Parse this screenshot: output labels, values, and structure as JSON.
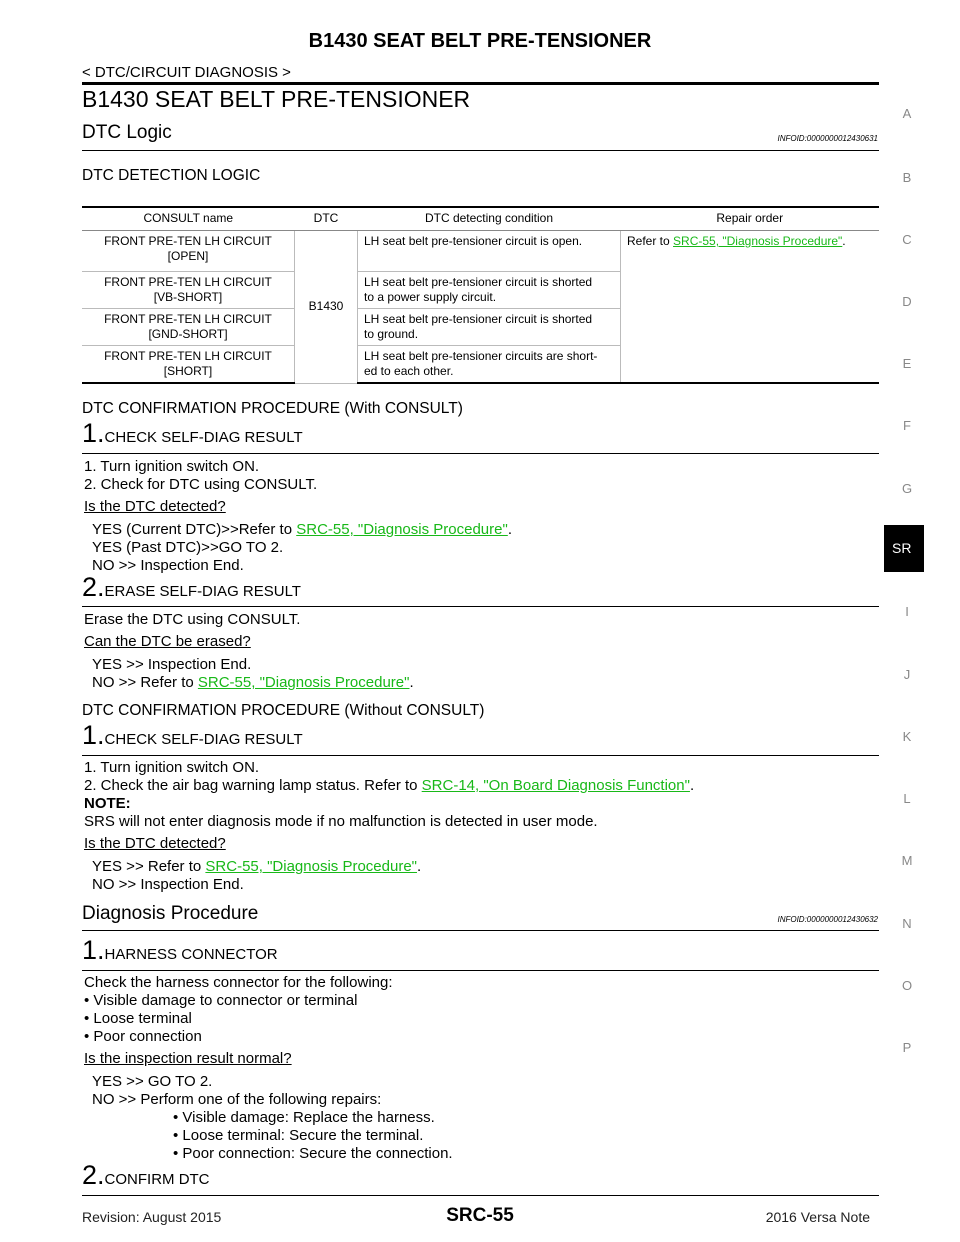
{
  "header": {
    "title": "B1430 SEAT BELT PRE-TENSIONER",
    "breadcrumb": "< DTC/CIRCUIT DIAGNOSIS >"
  },
  "main_title": "B1430 SEAT BELT PRE-TENSIONER",
  "dtc_logic": {
    "title": "DTC Logic",
    "infoid": "INFOID:0000000012430631",
    "detection_heading": "DTC DETECTION LOGIC",
    "table": {
      "headers": [
        "CONSULT name",
        "DTC",
        "DTC detecting condition",
        "Repair order"
      ],
      "dtc": "B1430",
      "repair_prefix": "Refer to ",
      "repair_link": "SRC-55, \"Diagnosis Procedure\"",
      "repair_suffix": ".",
      "rows": [
        {
          "name1": "FRONT PRE-TEN LH CIRCUIT",
          "name2": "[OPEN]",
          "cond1": "LH seat belt pre-tensioner circuit is open.",
          "cond2": ""
        },
        {
          "name1": "FRONT PRE-TEN LH CIRCUIT",
          "name2": "[VB-SHORT]",
          "cond1": "LH seat belt pre-tensioner circuit is shorted",
          "cond2": "to a power supply circuit."
        },
        {
          "name1": "FRONT PRE-TEN LH CIRCUIT",
          "name2": "[GND-SHORT]",
          "cond1": "LH seat belt pre-tensioner circuit is shorted",
          "cond2": "to ground."
        },
        {
          "name1": "FRONT PRE-TEN LH CIRCUIT",
          "name2": "[SHORT]",
          "cond1": "LH seat belt pre-tensioner circuits are short-",
          "cond2": "ed to each other."
        }
      ]
    }
  },
  "with_consult": {
    "heading": "DTC CONFIRMATION PROCEDURE (With CONSULT)",
    "step1": {
      "num": "1.",
      "title": "CHECK SELF-DIAG RESULT",
      "lines": [
        "1.   Turn ignition switch ON.",
        "2.   Check for DTC using CONSULT."
      ],
      "question": "Is the DTC detected?",
      "ans1_prefix": "YES (Current DTC)>>Refer to ",
      "ans1_link": "SRC-55, \"Diagnosis Procedure\"",
      "ans1_suffix": ".",
      "ans2": "YES (Past DTC)>>GO TO 2.",
      "ans3": "NO       >> Inspection End."
    },
    "step2": {
      "num": "2.",
      "title": "ERASE SELF-DIAG RESULT",
      "line": "Erase the DTC using CONSULT.",
      "question": "Can the DTC be erased?",
      "ans1": "YES     >> Inspection End.",
      "ans2_prefix": "NO       >> Refer to ",
      "ans2_link": "SRC-55, \"Diagnosis Procedure\"",
      "ans2_suffix": "."
    }
  },
  "without_consult": {
    "heading": "DTC CONFIRMATION PROCEDURE (Without CONSULT)",
    "step1": {
      "num": "1.",
      "title": "CHECK SELF-DIAG RESULT",
      "line1": "1.   Turn ignition switch ON.",
      "line2_prefix": "2.   Check the air bag warning lamp status. Refer to ",
      "line2_link": "SRC-14, \"On Board Diagnosis Function\"",
      "line2_suffix": ".",
      "note_label": "NOTE:",
      "note": "SRS will not enter diagnosis mode if no malfunction is detected in user mode.",
      "question": "Is the DTC detected?",
      "ans1_prefix": "YES     >> Refer to ",
      "ans1_link": "SRC-55, \"Diagnosis Procedure\"",
      "ans1_suffix": ".",
      "ans2": "NO       >> Inspection End."
    }
  },
  "diagnosis": {
    "title": "Diagnosis Procedure",
    "infoid": "INFOID:0000000012430632",
    "step1": {
      "num": "1.",
      "title": "HARNESS CONNECTOR",
      "line": "Check the harness connector for the following:",
      "bullets": [
        "•  Visible damage to connector or terminal",
        "•  Loose terminal",
        "•  Poor connection"
      ],
      "question": "Is the inspection result normal?",
      "ans1": "YES     >> GO TO 2.",
      "ans2": "NO       >>    Perform one of the following repairs:",
      "repairs": [
        "•  Visible damage: Replace the harness.",
        "•  Loose terminal: Secure the terminal.",
        "•  Poor connection: Secure the connection."
      ]
    },
    "step2": {
      "num": "2.",
      "title": "CONFIRM DTC"
    }
  },
  "side_index": [
    "A",
    "B",
    "C",
    "D",
    "E",
    "F",
    "G",
    "I",
    "J",
    "K",
    "L",
    "M",
    "N",
    "O",
    "P"
  ],
  "side_active": "SR",
  "footer": {
    "revision": "Revision: August 2015",
    "page": "SRC-55",
    "model": "2016 Versa Note"
  }
}
